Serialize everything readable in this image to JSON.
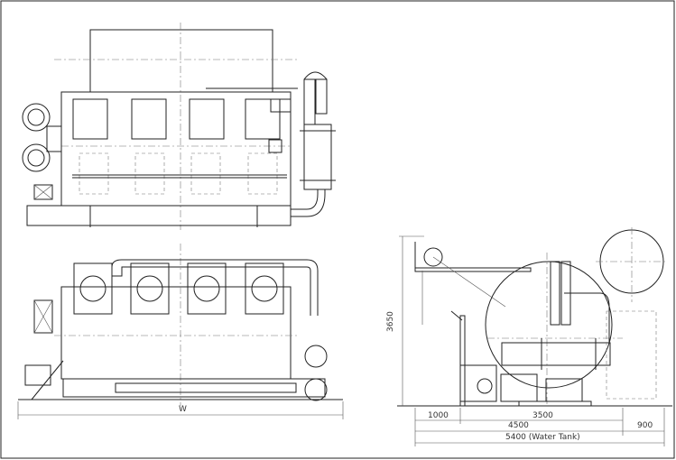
{
  "drawing": {
    "dimensions": {
      "height": "3650",
      "width_symbol": "W",
      "d1000": "1000",
      "d3500": "3500",
      "d4500": "4500",
      "d900": "900",
      "d5400": "5400 (Water Tank)"
    }
  }
}
